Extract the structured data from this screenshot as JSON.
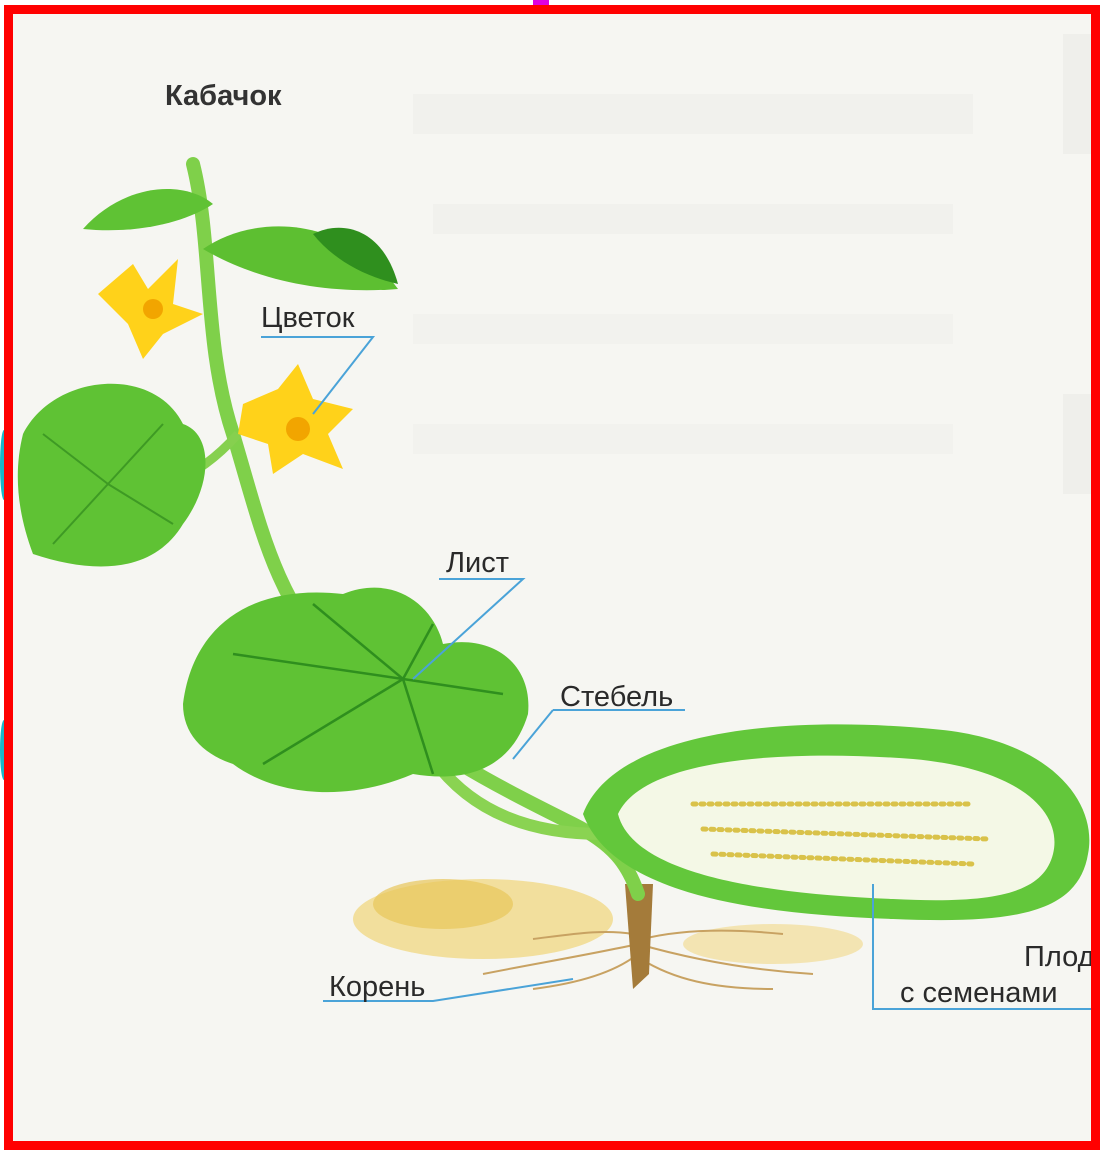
{
  "title": "Кабачок",
  "labels": {
    "flower": "Цветок",
    "leaf": "Лист",
    "stem": "Стебель",
    "root": "Корень",
    "fruit_line1": "Плод",
    "fruit_line2": "с семенами"
  },
  "colors": {
    "frame": "#ff0000",
    "leaf": "#5fc234",
    "leaf_dark": "#2f8f1e",
    "flower": "#ffd21a",
    "callout_line": "#4aa3d8",
    "fruit_skin": "#63c73b",
    "fruit_flesh": "#f4f8e6"
  }
}
